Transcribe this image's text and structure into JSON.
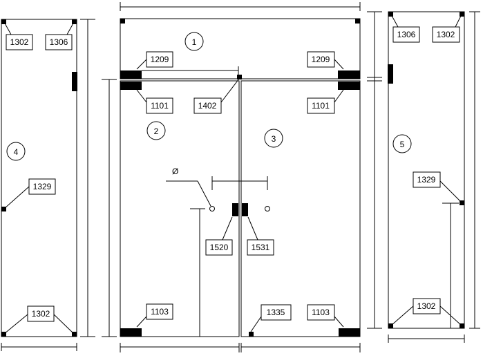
{
  "panels": {
    "top": "1",
    "left_door": "2",
    "right_door": "3",
    "left_side": "4",
    "right_side": "5"
  },
  "labels": {
    "c1302_a": "1302",
    "c1306_a": "1306",
    "c1329_a": "1329",
    "c1302_b": "1302",
    "c1209_a": "1209",
    "c1209_b": "1209",
    "c1101_a": "1101",
    "c1402": "1402",
    "c1101_b": "1101",
    "c1520": "1520",
    "c1531": "1531",
    "c1103_a": "1103",
    "c1335": "1335",
    "c1103_b": "1103",
    "c1306_b": "1306",
    "c1302_c": "1302",
    "c1329_b": "1329",
    "c1302_d": "1302"
  },
  "symbols": {
    "diameter": "Ø"
  }
}
